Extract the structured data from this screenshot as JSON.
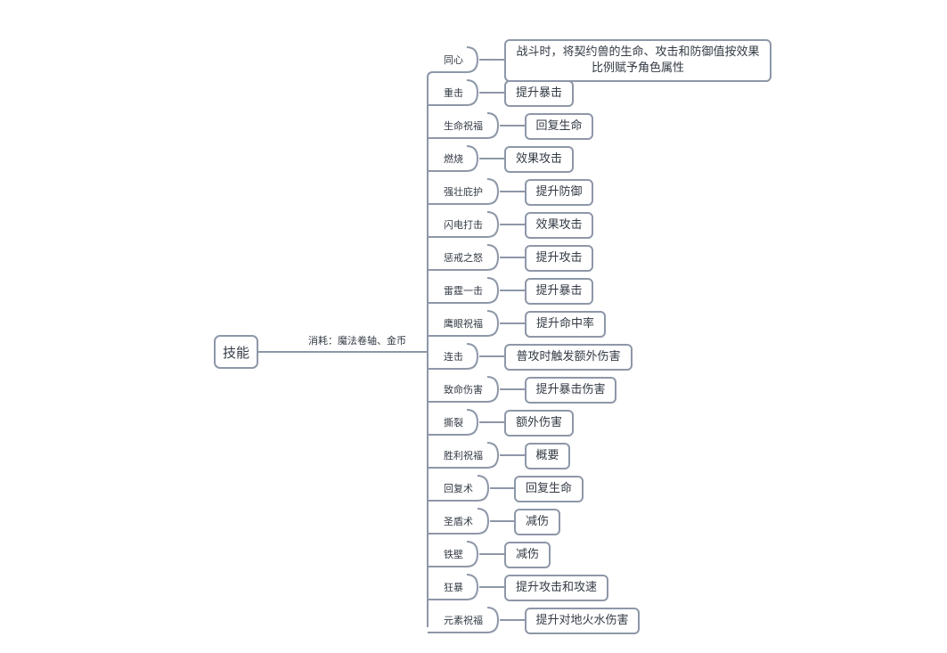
{
  "root": {
    "label": "技能"
  },
  "edge_label": "消耗：魔法卷轴、金币",
  "branches": [
    {
      "label": "同心",
      "leaf": "战斗时，将契约兽的生命、攻击和防御值按效果比例赋予角色属性"
    },
    {
      "label": "重击",
      "leaf": "提升暴击"
    },
    {
      "label": "生命祝福",
      "leaf": "回复生命"
    },
    {
      "label": "燃烧",
      "leaf": "效果攻击"
    },
    {
      "label": "强壮庇护",
      "leaf": "提升防御"
    },
    {
      "label": "闪电打击",
      "leaf": "效果攻击"
    },
    {
      "label": "惩戒之怒",
      "leaf": "提升攻击"
    },
    {
      "label": "雷霆一击",
      "leaf": "提升暴击"
    },
    {
      "label": "鹰眼祝福",
      "leaf": "提升命中率"
    },
    {
      "label": "连击",
      "leaf": "普攻时触发额外伤害"
    },
    {
      "label": "致命伤害",
      "leaf": "提升暴击伤害"
    },
    {
      "label": "撕裂",
      "leaf": "额外伤害"
    },
    {
      "label": "胜利祝福",
      "leaf": "概要"
    },
    {
      "label": "回复术",
      "leaf": "回复生命"
    },
    {
      "label": "圣盾术",
      "leaf": "减伤"
    },
    {
      "label": "铁壁",
      "leaf": "减伤"
    },
    {
      "label": "狂暴",
      "leaf": "提升攻击和攻速"
    },
    {
      "label": "元素祝福",
      "leaf": "提升对地火水伤害"
    }
  ],
  "colors": {
    "line": "#8e97a8",
    "text": "#333a44",
    "background": "#ffffff"
  }
}
